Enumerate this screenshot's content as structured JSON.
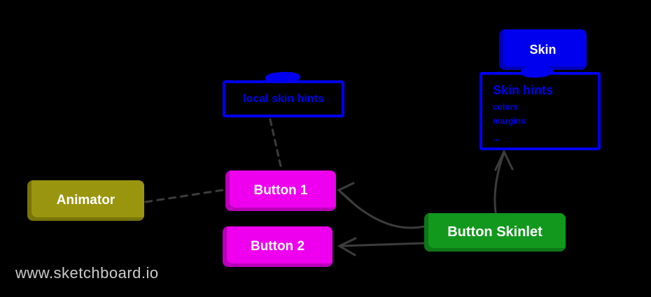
{
  "app": {
    "watermark": "www.sketchboard.io"
  },
  "colors": {
    "background": "#000000",
    "blue": "#0000ee",
    "magenta": "#ee00ee",
    "green": "#12991d",
    "olive": "#99950f",
    "edge_gray": "#3c3c3c",
    "watermark_gray": "#cccccc",
    "label_on_fill": "#ffffff"
  },
  "nodes": {
    "skin": {
      "label": "Skin"
    },
    "skin_hints": {
      "title": "Skin hints",
      "items": [
        "colors",
        "margins",
        "..."
      ]
    },
    "local_skin_hints": {
      "label": "local skin hints"
    },
    "animator": {
      "label": "Animator"
    },
    "button1": {
      "label": "Button 1"
    },
    "button2": {
      "label": "Button 2"
    },
    "button_skinlet": {
      "label": "Button Skinlet"
    }
  },
  "edges": [
    {
      "from": "animator",
      "to": "button1",
      "style": "dashed"
    },
    {
      "from": "local_skin_hints",
      "to": "button1",
      "style": "dashed"
    },
    {
      "from": "button_skinlet",
      "to": "button1",
      "style": "arrow"
    },
    {
      "from": "button_skinlet",
      "to": "button2",
      "style": "arrow"
    },
    {
      "from": "button_skinlet",
      "to": "skin_hints",
      "style": "arrow"
    },
    {
      "from": "skin",
      "to": "skin_hints",
      "style": "attached"
    }
  ]
}
